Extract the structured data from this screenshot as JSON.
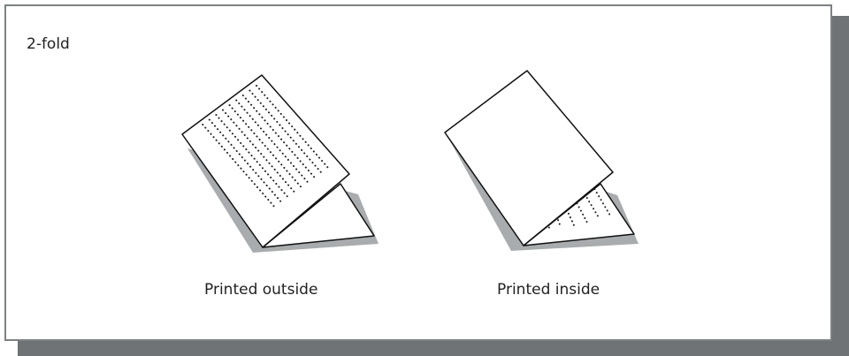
{
  "title": "2-fold",
  "options": [
    {
      "label": "Printed outside"
    },
    {
      "label": "Printed inside"
    }
  ],
  "colors": {
    "frame_border": "#7d8184",
    "frame_shadow": "#6f7375",
    "paper_shadow": "#a9acae",
    "paper": "#ffffff",
    "ink": "#222222"
  }
}
